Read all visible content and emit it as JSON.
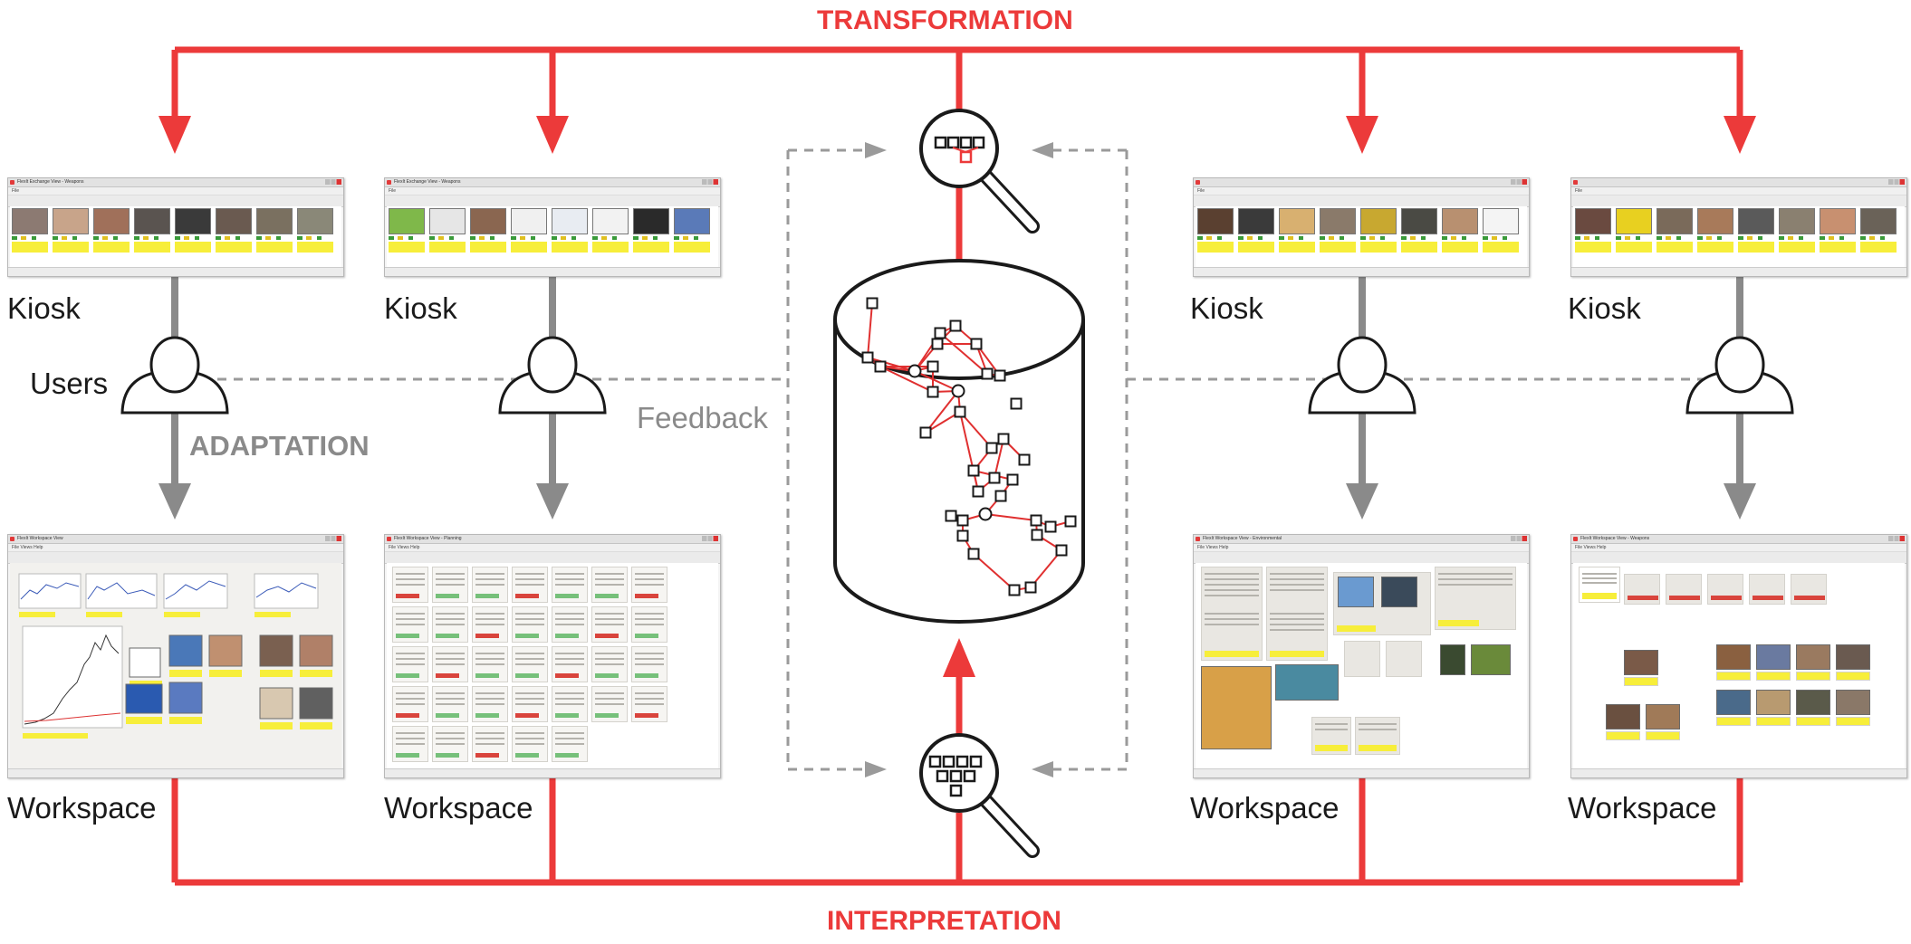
{
  "labels": {
    "transformation": "TRANSFORMATION",
    "interpretation": "INTERPRETATION",
    "adaptation": "ADAPTATION",
    "feedback": "Feedback",
    "users": "Users",
    "kiosk": "Kiosk",
    "workspace": "Workspace"
  },
  "colors": {
    "red": "#ec3a3a",
    "grey": "#8a8a8a",
    "dashed": "#9a9a9a",
    "ink": "#1a1a1a",
    "note_yellow": "#f7ee3a"
  },
  "window_titles": {
    "kiosk_1": "FlexIt Exchange View - Weapons",
    "kiosk_2": "FlexIt Exchange View - Weapons",
    "kiosk_3": "",
    "kiosk_4": "",
    "workspace_1": "FlexIt Workspace View",
    "workspace_2": "FlexIt Workspace View - Planning",
    "workspace_3": "FlexIt Workspace View - Environmental",
    "workspace_4": "FlexIt Workspace View - Weapons"
  },
  "menus": {
    "kiosk": "File",
    "workspace": "File   Views   Help"
  },
  "icons": [
    "magnifier-icon",
    "user-icon",
    "database-icon"
  ]
}
